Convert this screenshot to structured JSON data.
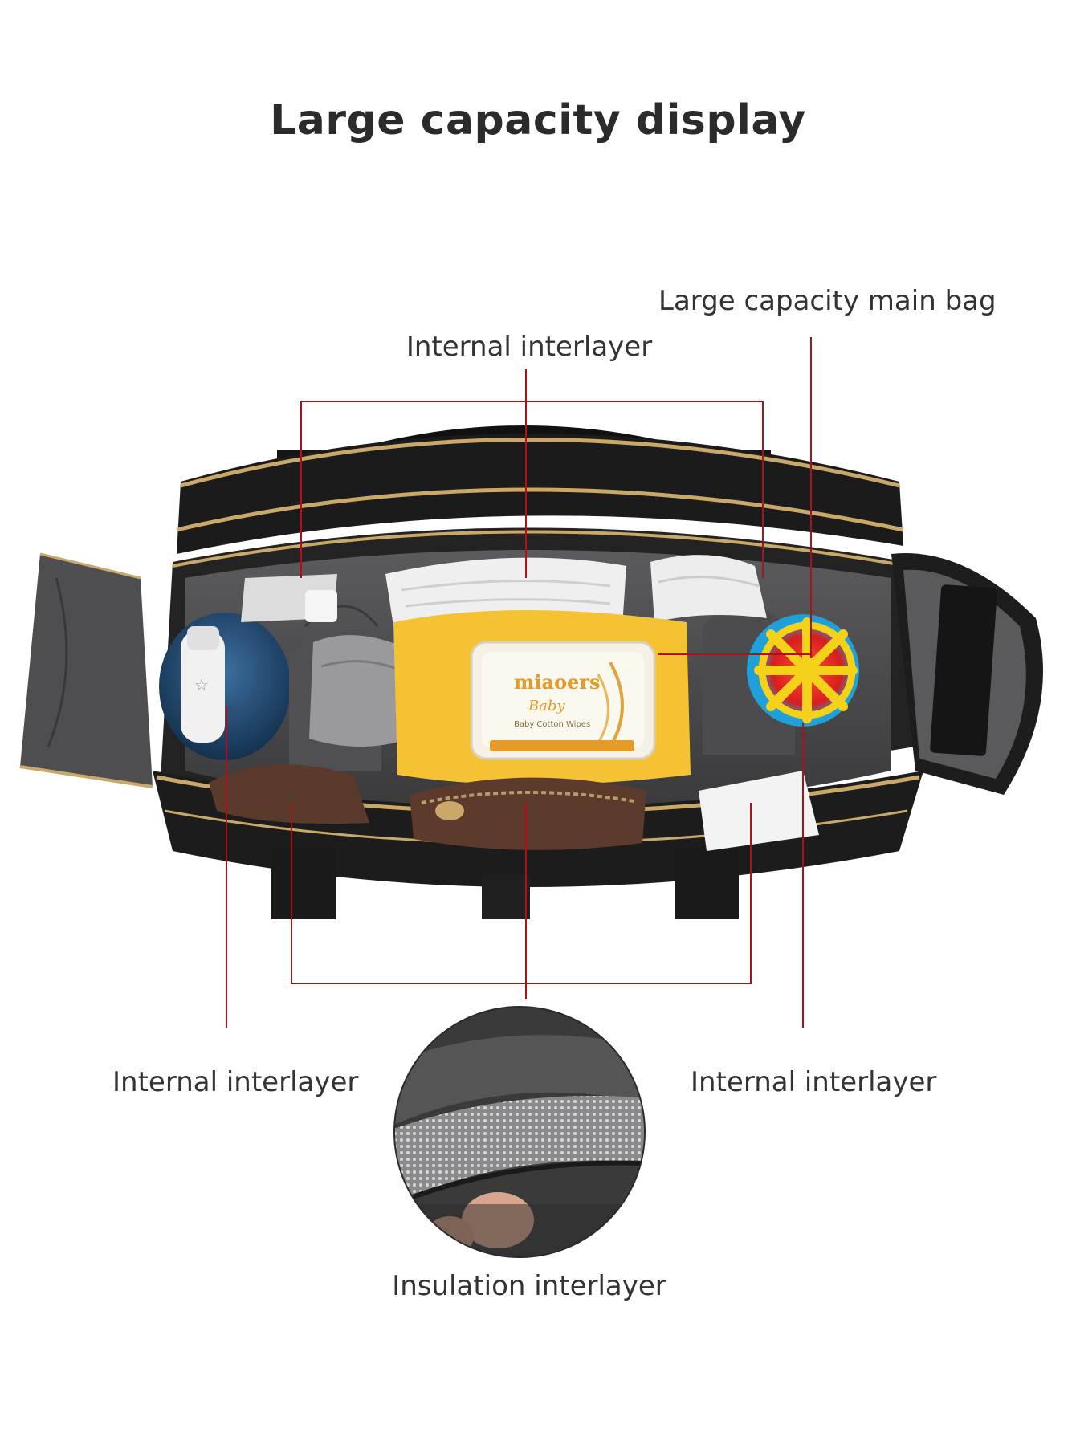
{
  "title": "Large capacity display",
  "labels": {
    "main_bag": "Large capacity main bag",
    "top_interlayer": "Internal interlayer",
    "left_interlayer": "Internal interlayer",
    "right_interlayer": "Internal interlayer",
    "insulation": "Insulation interlayer"
  },
  "product_text": {
    "wipes_brand": "miaoers",
    "wipes_sub": "Baby",
    "wipes_desc": "Baby Cotton Wipes"
  },
  "colors": {
    "callout_line": "#b0101a",
    "bag_body": "#1e1e1e",
    "lining": "#4a4a4c",
    "zipper": "#c9a86a",
    "wipes_pack": "#f4c233"
  }
}
